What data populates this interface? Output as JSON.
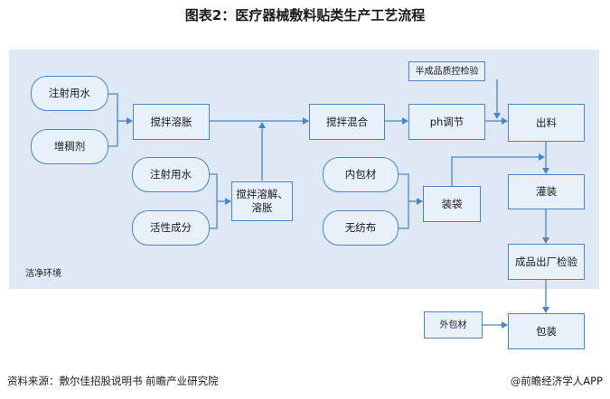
{
  "title": "图表2：医疗器械敷料贴类生产工艺流程",
  "environment_label": "洁净环境",
  "nodes": {
    "injection_water_1": "注射用水",
    "thickener": "增稠剂",
    "stir_swell": "搅拌溶胀",
    "injection_water_2": "注射用水",
    "active_ingredient": "活性成分",
    "stir_dissolve": "搅拌溶解、溶胀",
    "stir_mix": "搅拌混合",
    "ph_adjust": "ph调节",
    "semi_qc": "半成品质控检验",
    "discharge": "出料",
    "inner_material": "内包材",
    "nonwoven": "无纺布",
    "bagging": "装袋",
    "filling": "灌装",
    "final_inspection": "成品出厂检验",
    "outer_material": "外包材",
    "packaging": "包装"
  },
  "colors": {
    "line": "#4a86c5",
    "box_border": "#4a86c5",
    "box_fill": "#e8f0f9",
    "environment_bg": "#dfe9f6"
  },
  "footer": {
    "source": "资料来源：敷尔佳招股说明书 前瞻产业研究院",
    "credit": "@前瞻经济学人APP"
  }
}
